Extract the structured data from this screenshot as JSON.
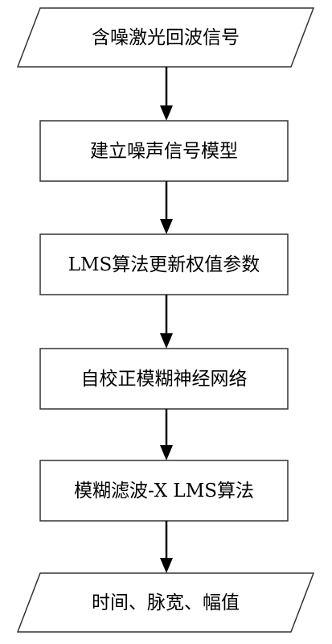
{
  "flowchart": {
    "steps": [
      {
        "label": "含噪激光回波信号",
        "shape": "parallelogram"
      },
      {
        "label": "建立噪声信号模型",
        "shape": "rectangle"
      },
      {
        "label": "LMS算法更新权值参数",
        "shape": "rectangle"
      },
      {
        "label": "自校正模糊神经网络",
        "shape": "rectangle"
      },
      {
        "label": "模糊滤波-X LMS算法",
        "shape": "rectangle"
      },
      {
        "label": "时间、脉宽、幅值",
        "shape": "parallelogram"
      }
    ],
    "colors": {
      "stroke": "#333333",
      "fill": "#ffffff",
      "text": "#000000",
      "arrow": "#000000"
    }
  }
}
